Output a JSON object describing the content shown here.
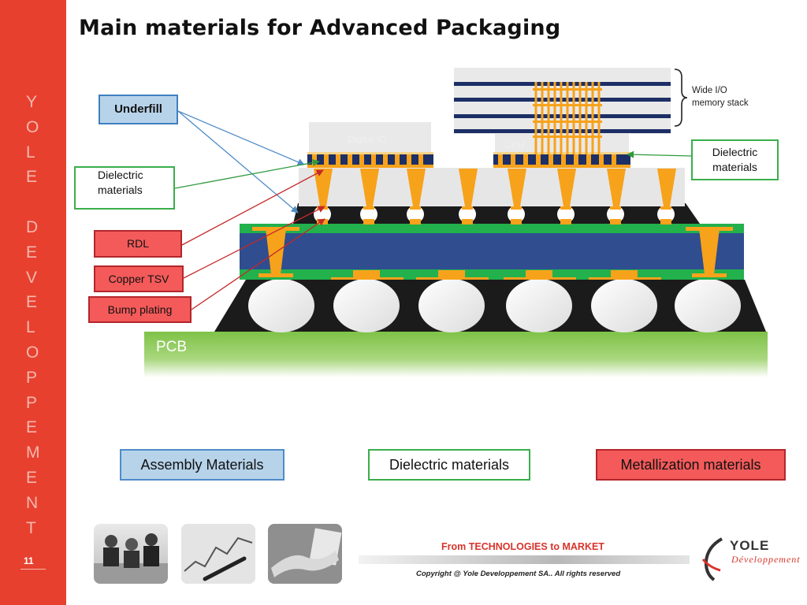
{
  "title": "Main materials for Advanced Packaging",
  "sidebar": {
    "letters": [
      "Y",
      "O",
      "L",
      "E",
      "",
      "D",
      "E",
      "V",
      "E",
      "L",
      "O",
      "P",
      "P",
      "E",
      "M",
      "E",
      "N",
      "T"
    ],
    "page_number": "11"
  },
  "diagram": {
    "labels": {
      "pcb": "PCB",
      "digital_ic": "Digital IC",
      "cpu": "CPU",
      "wide_io_line1": "Wide I/O",
      "wide_io_line2": "memory stack"
    },
    "callouts": {
      "underfill": "Underfill",
      "dielectric_left_1": "Dielectric",
      "dielectric_left_2": "materials",
      "rdl": "RDL",
      "copper_tsv": "Copper TSV",
      "bump_plating": "Bump plating",
      "dielectric_right_1": "Dielectric",
      "dielectric_right_2": "materials"
    }
  },
  "legend": {
    "assembly": "Assembly Materials",
    "dielectric": "Dielectric materials",
    "metallization": "Metallization materials"
  },
  "footer": {
    "tagline": "From TECHNOLOGIES to MARKET",
    "copyright": "Copyright @ Yole Developpement SA.. All rights reserved",
    "logo_name": "YOLE",
    "logo_sub": "Développement"
  },
  "colors": {
    "sidebar": "#e8402f",
    "assembly": "#b7d3ea",
    "dielectric": "#3aae4a",
    "metallization": "#f45a5a",
    "interposer": "#2f4d8f",
    "copper": "#f7a21b",
    "pcb": "#84c24c"
  }
}
